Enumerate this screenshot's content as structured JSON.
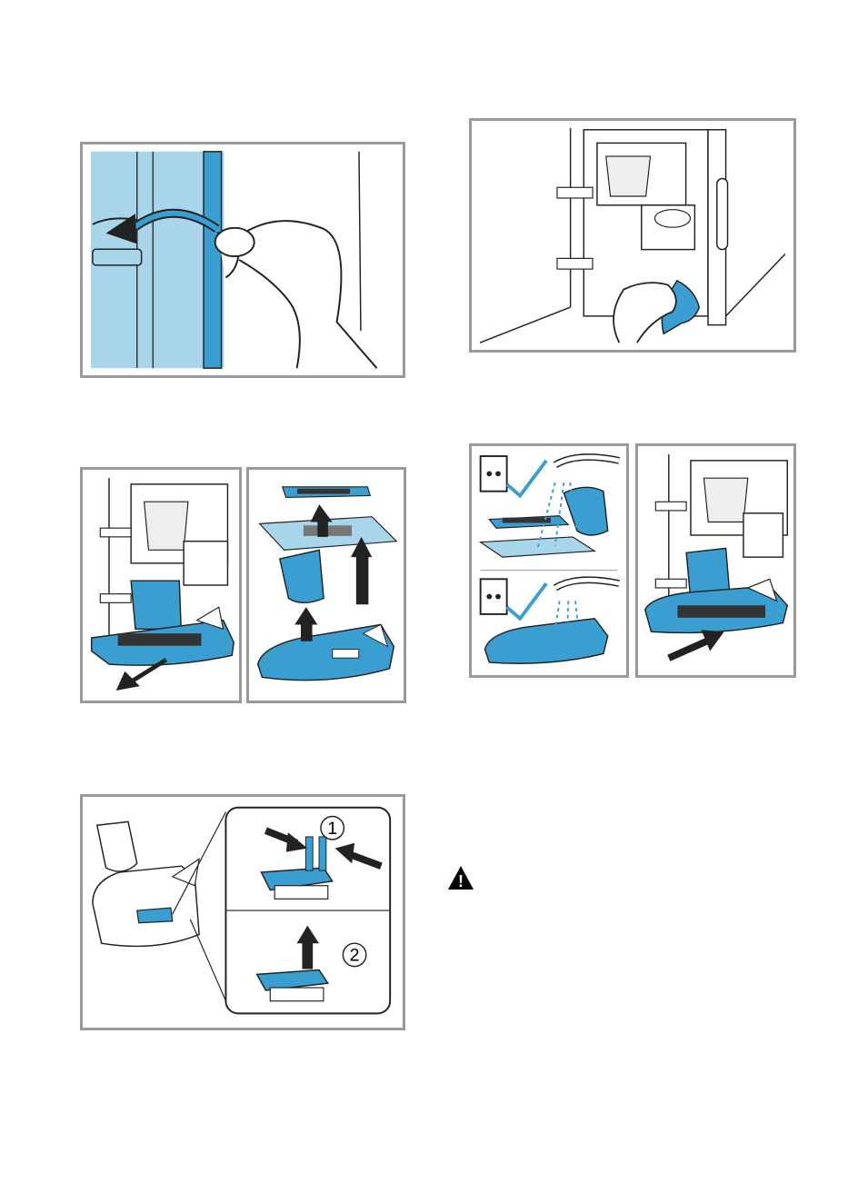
{
  "page": {
    "background": "#ffffff",
    "frame_color": "#9a9a9a",
    "accent_blue": "#3a9fd0",
    "light_blue": "#a9d5ea"
  },
  "figures": [
    {
      "id": "open-door",
      "icon": "arrow-open-door",
      "description_visible": false
    },
    {
      "id": "wipe-interior",
      "icon": "cloth-hand"
    },
    {
      "id": "remove-drip-tray",
      "icon": "arrow-pull-out"
    },
    {
      "id": "disassemble-tray",
      "icon": "arrow-up"
    },
    {
      "id": "dishwasher-safe",
      "icon": "dishwasher-check"
    },
    {
      "id": "reinsert-tray",
      "icon": "arrow-push-in"
    },
    {
      "id": "release-valve",
      "icon": "arrow-squeeze"
    }
  ],
  "step_labels": {
    "step1": "1",
    "step2": "2"
  },
  "warning": {
    "icon": "warning-triangle-icon",
    "symbol": "!"
  }
}
